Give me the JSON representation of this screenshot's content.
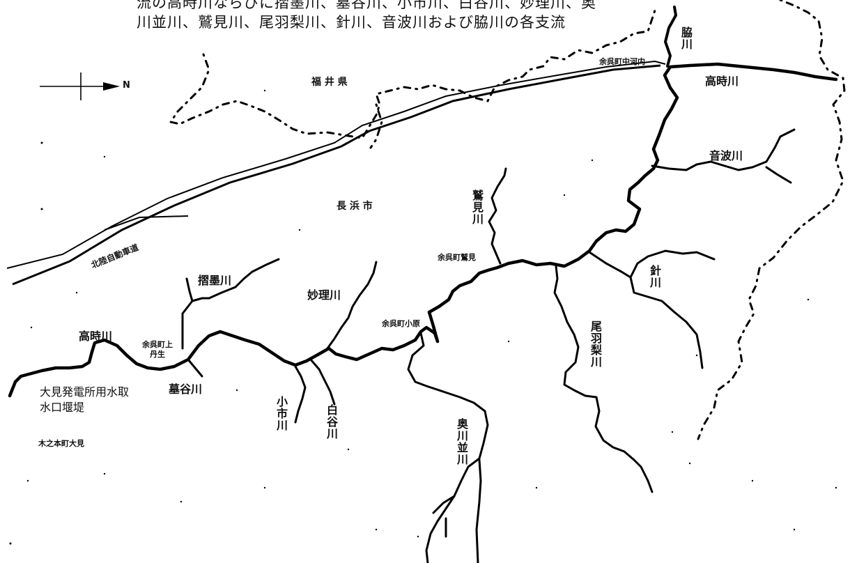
{
  "caption": {
    "line1": "流の高時川ならびに摺墨川、墓谷川、小市川、白谷川、妙理川、奥",
    "line2": "川並川、鷲見川、尾羽梨川、針川、音波川および脇川の各支流"
  },
  "compass": {
    "north_label": "N"
  },
  "regions": {
    "fukui": "福 井 県",
    "nagahama": "長 浜 市"
  },
  "road": {
    "hokuriku_expressway": "北陸自動車道"
  },
  "rivers": {
    "waki": "脇川",
    "takatoki_upper": "高時川",
    "otonami": "音波川",
    "sumi": "鷲見川",
    "hari": "針川",
    "obanashi": "尾羽梨川",
    "myori": "妙理川",
    "surusumi": "摺墨川",
    "takatoki_lower": "高時川",
    "hakatani": "墓谷川",
    "koichi": "小市川",
    "shiratani": "白谷川",
    "okukawanami": "奥川並川"
  },
  "places": {
    "nakagochi": "余呉町中河内",
    "washimi": "余呉町鷲見",
    "ohara": "余呉町小原",
    "kaminyu": "余呉町上丹生",
    "omi": "木之本町大見"
  },
  "facility": {
    "name": "大見発電所用水取水口堰堤"
  },
  "colors": {
    "ink": "#000000",
    "background": "#ffffff"
  }
}
